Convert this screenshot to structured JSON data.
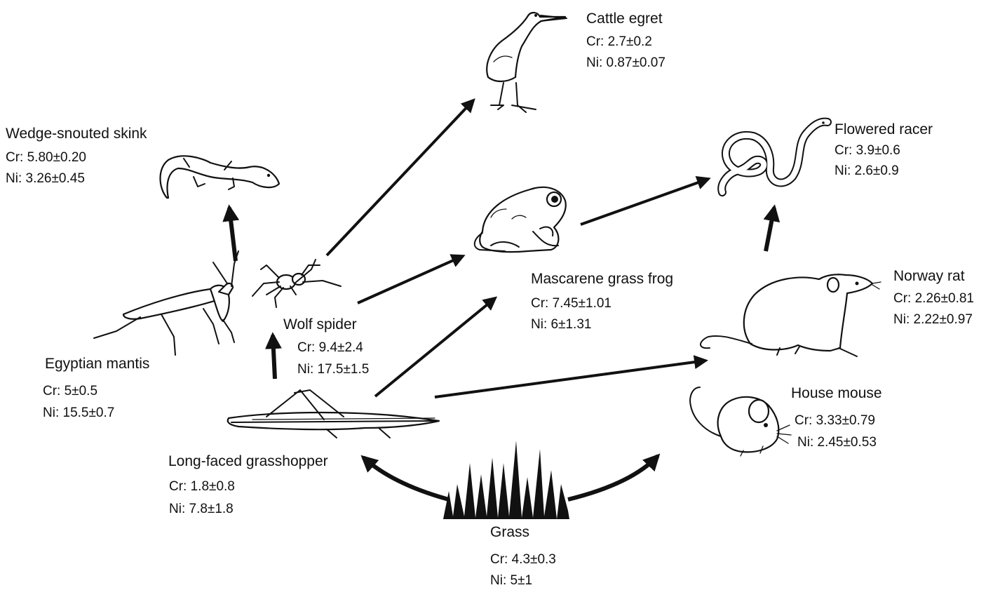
{
  "organisms": {
    "cattle_egret": {
      "name": "Cattle egret",
      "cr": "Cr: 2.7±0.2",
      "ni": "Ni: 0.87±0.07"
    },
    "wedge_snouted_skink": {
      "name": "Wedge-snouted skink",
      "cr": "Cr: 5.80±0.20",
      "ni": "Ni: 3.26±0.45"
    },
    "flowered_racer": {
      "name": "Flowered racer",
      "cr": "Cr: 3.9±0.6",
      "ni": "Ni: 2.6±0.9"
    },
    "mascarene_grass_frog": {
      "name": "Mascarene grass frog",
      "cr": "Cr: 7.45±1.01",
      "ni": "Ni: 6±1.31"
    },
    "norway_rat": {
      "name": "Norway rat",
      "cr": "Cr: 2.26±0.81",
      "ni": "Ni: 2.22±0.97"
    },
    "wolf_spider": {
      "name": "Wolf spider",
      "cr": "Cr: 9.4±2.4",
      "ni": "Ni: 17.5±1.5"
    },
    "egyptian_mantis": {
      "name": "Egyptian mantis",
      "cr": "Cr: 5±0.5",
      "ni": "Ni: 15.5±0.7"
    },
    "house_mouse": {
      "name": "House mouse",
      "cr": "Cr: 3.33±0.79",
      "ni": "Ni: 2.45±0.53"
    },
    "long_faced_grasshopper": {
      "name": "Long-faced grasshopper",
      "cr": "Cr: 1.8±0.8",
      "ni": "Ni: 7.8±1.8"
    },
    "grass": {
      "name": "Grass",
      "cr": "Cr: 4.3±0.3",
      "ni": "Ni: 5±1"
    }
  },
  "links": [
    {
      "from": "grass",
      "to": "long_faced_grasshopper"
    },
    {
      "from": "grass",
      "to": "house_mouse"
    },
    {
      "from": "long_faced_grasshopper",
      "to": "wolf_spider"
    },
    {
      "from": "long_faced_grasshopper",
      "to": "mascarene_grass_frog"
    },
    {
      "from": "long_faced_grasshopper",
      "to": "norway_rat"
    },
    {
      "from": "egyptian_mantis",
      "to": "wedge_snouted_skink"
    },
    {
      "from": "wolf_spider",
      "to": "cattle_egret"
    },
    {
      "from": "wolf_spider",
      "to": "mascarene_grass_frog"
    },
    {
      "from": "mascarene_grass_frog",
      "to": "flowered_racer"
    },
    {
      "from": "norway_rat",
      "to": "flowered_racer"
    }
  ]
}
